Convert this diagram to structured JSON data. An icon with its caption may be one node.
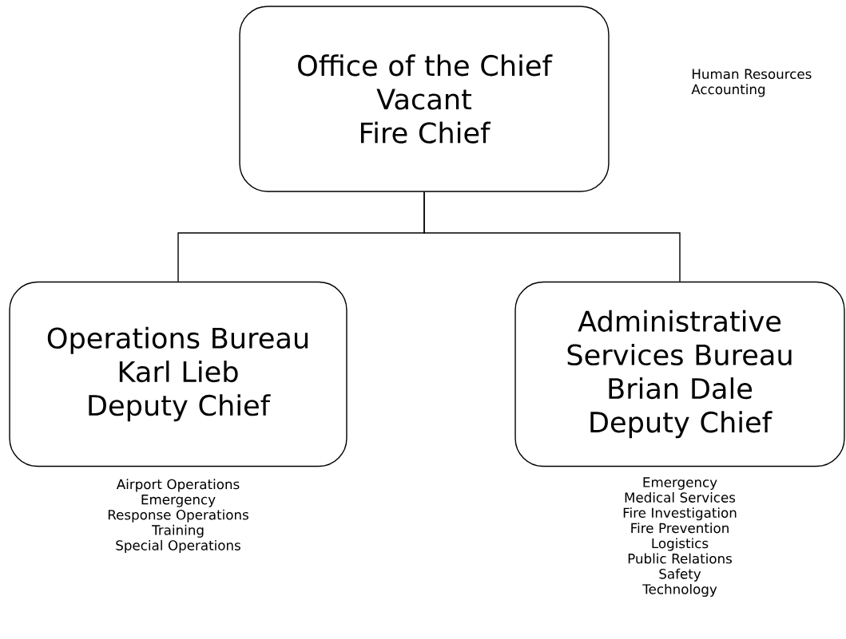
{
  "diagram": {
    "nodes": [
      {
        "text": [
          "Office of the Chief",
          "Vacant",
          "Fire Chief"
        ],
        "beside": [
          "Human Resources",
          "Accounting"
        ]
      },
      {
        "text": [
          "Operations Bureau",
          "Karl Lieb",
          "Deputy Chief"
        ],
        "beside": [
          "Airport Operations",
          "Emergency Response Operations",
          "Training",
          "Special Operations"
        ]
      },
      {
        "text": [
          "Administrative Services Bureau",
          "Brian Dale",
          "Deputy Chief"
        ],
        "beside": [
          "Emergency Medical Services",
          "Fire Investigation",
          "Fire Prevention",
          "Logistics",
          "Public Relations",
          "Safety",
          "Technology"
        ]
      }
    ],
    "edges": [
      {
        "from": 0,
        "to": 1,
        "arrow": "none"
      },
      {
        "from": 0,
        "to": 2,
        "arrow": "none"
      }
    ]
  }
}
